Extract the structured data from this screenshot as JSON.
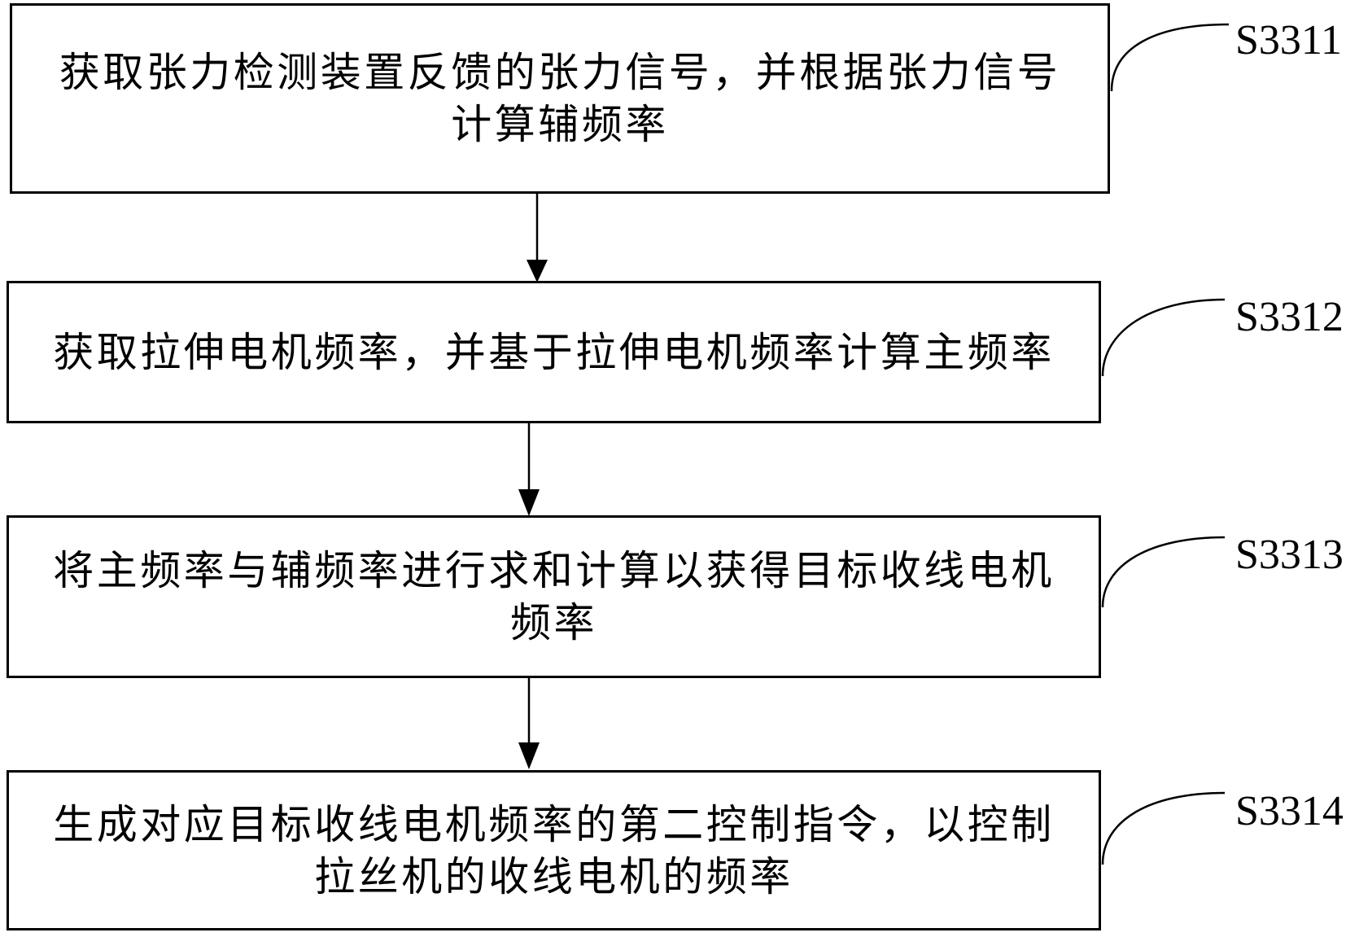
{
  "figure": {
    "type": "flowchart",
    "background_color": "#ffffff",
    "line_color": "#000000"
  },
  "steps": [
    {
      "label": "S3311",
      "lines": [
        "获取张力检测装置反馈的张力信号，并根据张力信号",
        "计算辅频率"
      ]
    },
    {
      "label": "S3312",
      "lines": [
        "获取拉伸电机频率，并基于拉伸电机频率计算主频率"
      ]
    },
    {
      "label": "S3313",
      "lines": [
        "将主频率与辅频率进行求和计算以获得目标收线电机",
        "频率"
      ]
    },
    {
      "label": "S3314",
      "lines": [
        "生成对应目标收线电机频率的第二控制指令，以控制",
        "拉丝机的收线电机的频率"
      ]
    }
  ]
}
